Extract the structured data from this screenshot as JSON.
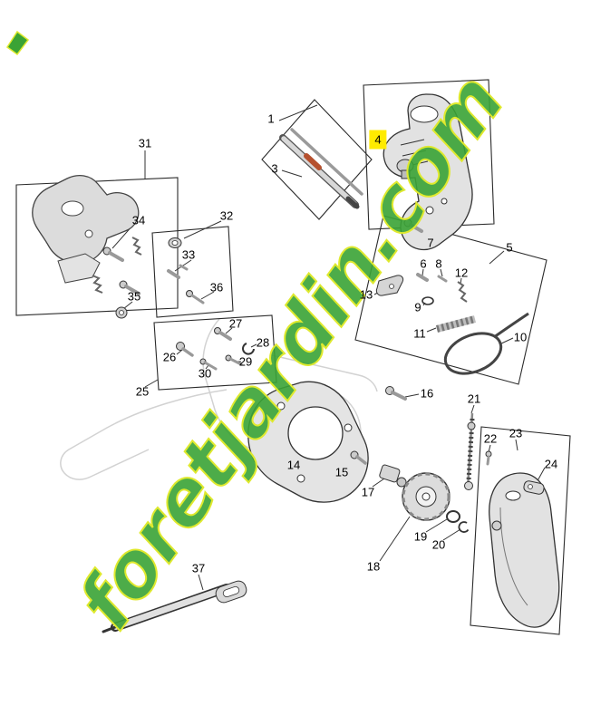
{
  "watermark": {
    "text": "foretjardin.com",
    "green": "#3aa335",
    "yellow_outline": "#dfe92e"
  },
  "diagram": {
    "type": "exploded-parts-diagram",
    "subject": "chainsaw chain brake / clutch / sprocket cover assembly",
    "highlighted_part": "4",
    "highlight_color": "#ffeb00"
  },
  "labels": {
    "p1": "1",
    "p3": "3",
    "p4": "4",
    "p5": "5",
    "p6": "6",
    "p7": "7",
    "p8": "8",
    "p9": "9",
    "p10": "10",
    "p11": "11",
    "p12": "12",
    "p13": "13",
    "p14": "14",
    "p15": "15",
    "p16": "16",
    "p17": "17",
    "p18": "18",
    "p19": "19",
    "p20": "20",
    "p21": "21",
    "p22": "22",
    "p23": "23",
    "p24": "24",
    "p25": "25",
    "p26": "26",
    "p27": "27",
    "p28": "28",
    "p29": "29",
    "p30": "30",
    "p31": "31",
    "p32": "32",
    "p33": "33",
    "p34": "34",
    "p35": "35",
    "p36": "36",
    "p37": "37"
  }
}
